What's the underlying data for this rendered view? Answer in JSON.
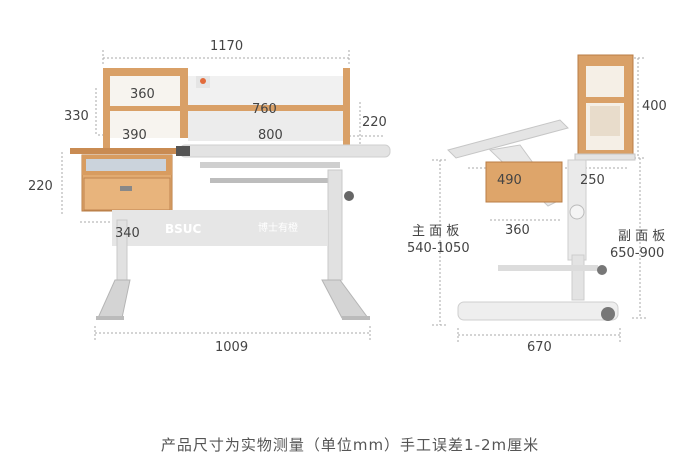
{
  "front_view": {
    "total_width": "1170",
    "shelf_upper_width": "360",
    "shelf_middle_width": "760",
    "shelf_upper_height": "330",
    "shelf_lower_width": "390",
    "desktop_width": "800",
    "shelf_right_height": "220",
    "drawer_height": "220",
    "drawer_width": "340",
    "base_width": "1009",
    "brand_text": "BSUC",
    "brand_text_cn": "博士有橙"
  },
  "side_view": {
    "shelf_height": "400",
    "drawer_depth": "490",
    "side_board_depth": "250",
    "tray_depth": "360",
    "main_board_label": "主 面 板",
    "main_board_range": "540-1050",
    "side_board_label": "副 面 板",
    "side_board_range": "650-900",
    "base_depth": "670"
  },
  "caption": "产品尺寸为实物测量（单位mm）手工误差1-2m厘米",
  "colors": {
    "wood": "#d9a067",
    "wood_dark": "#b97d45",
    "frame": "#e9e9e9",
    "dim_line": "#999999"
  }
}
